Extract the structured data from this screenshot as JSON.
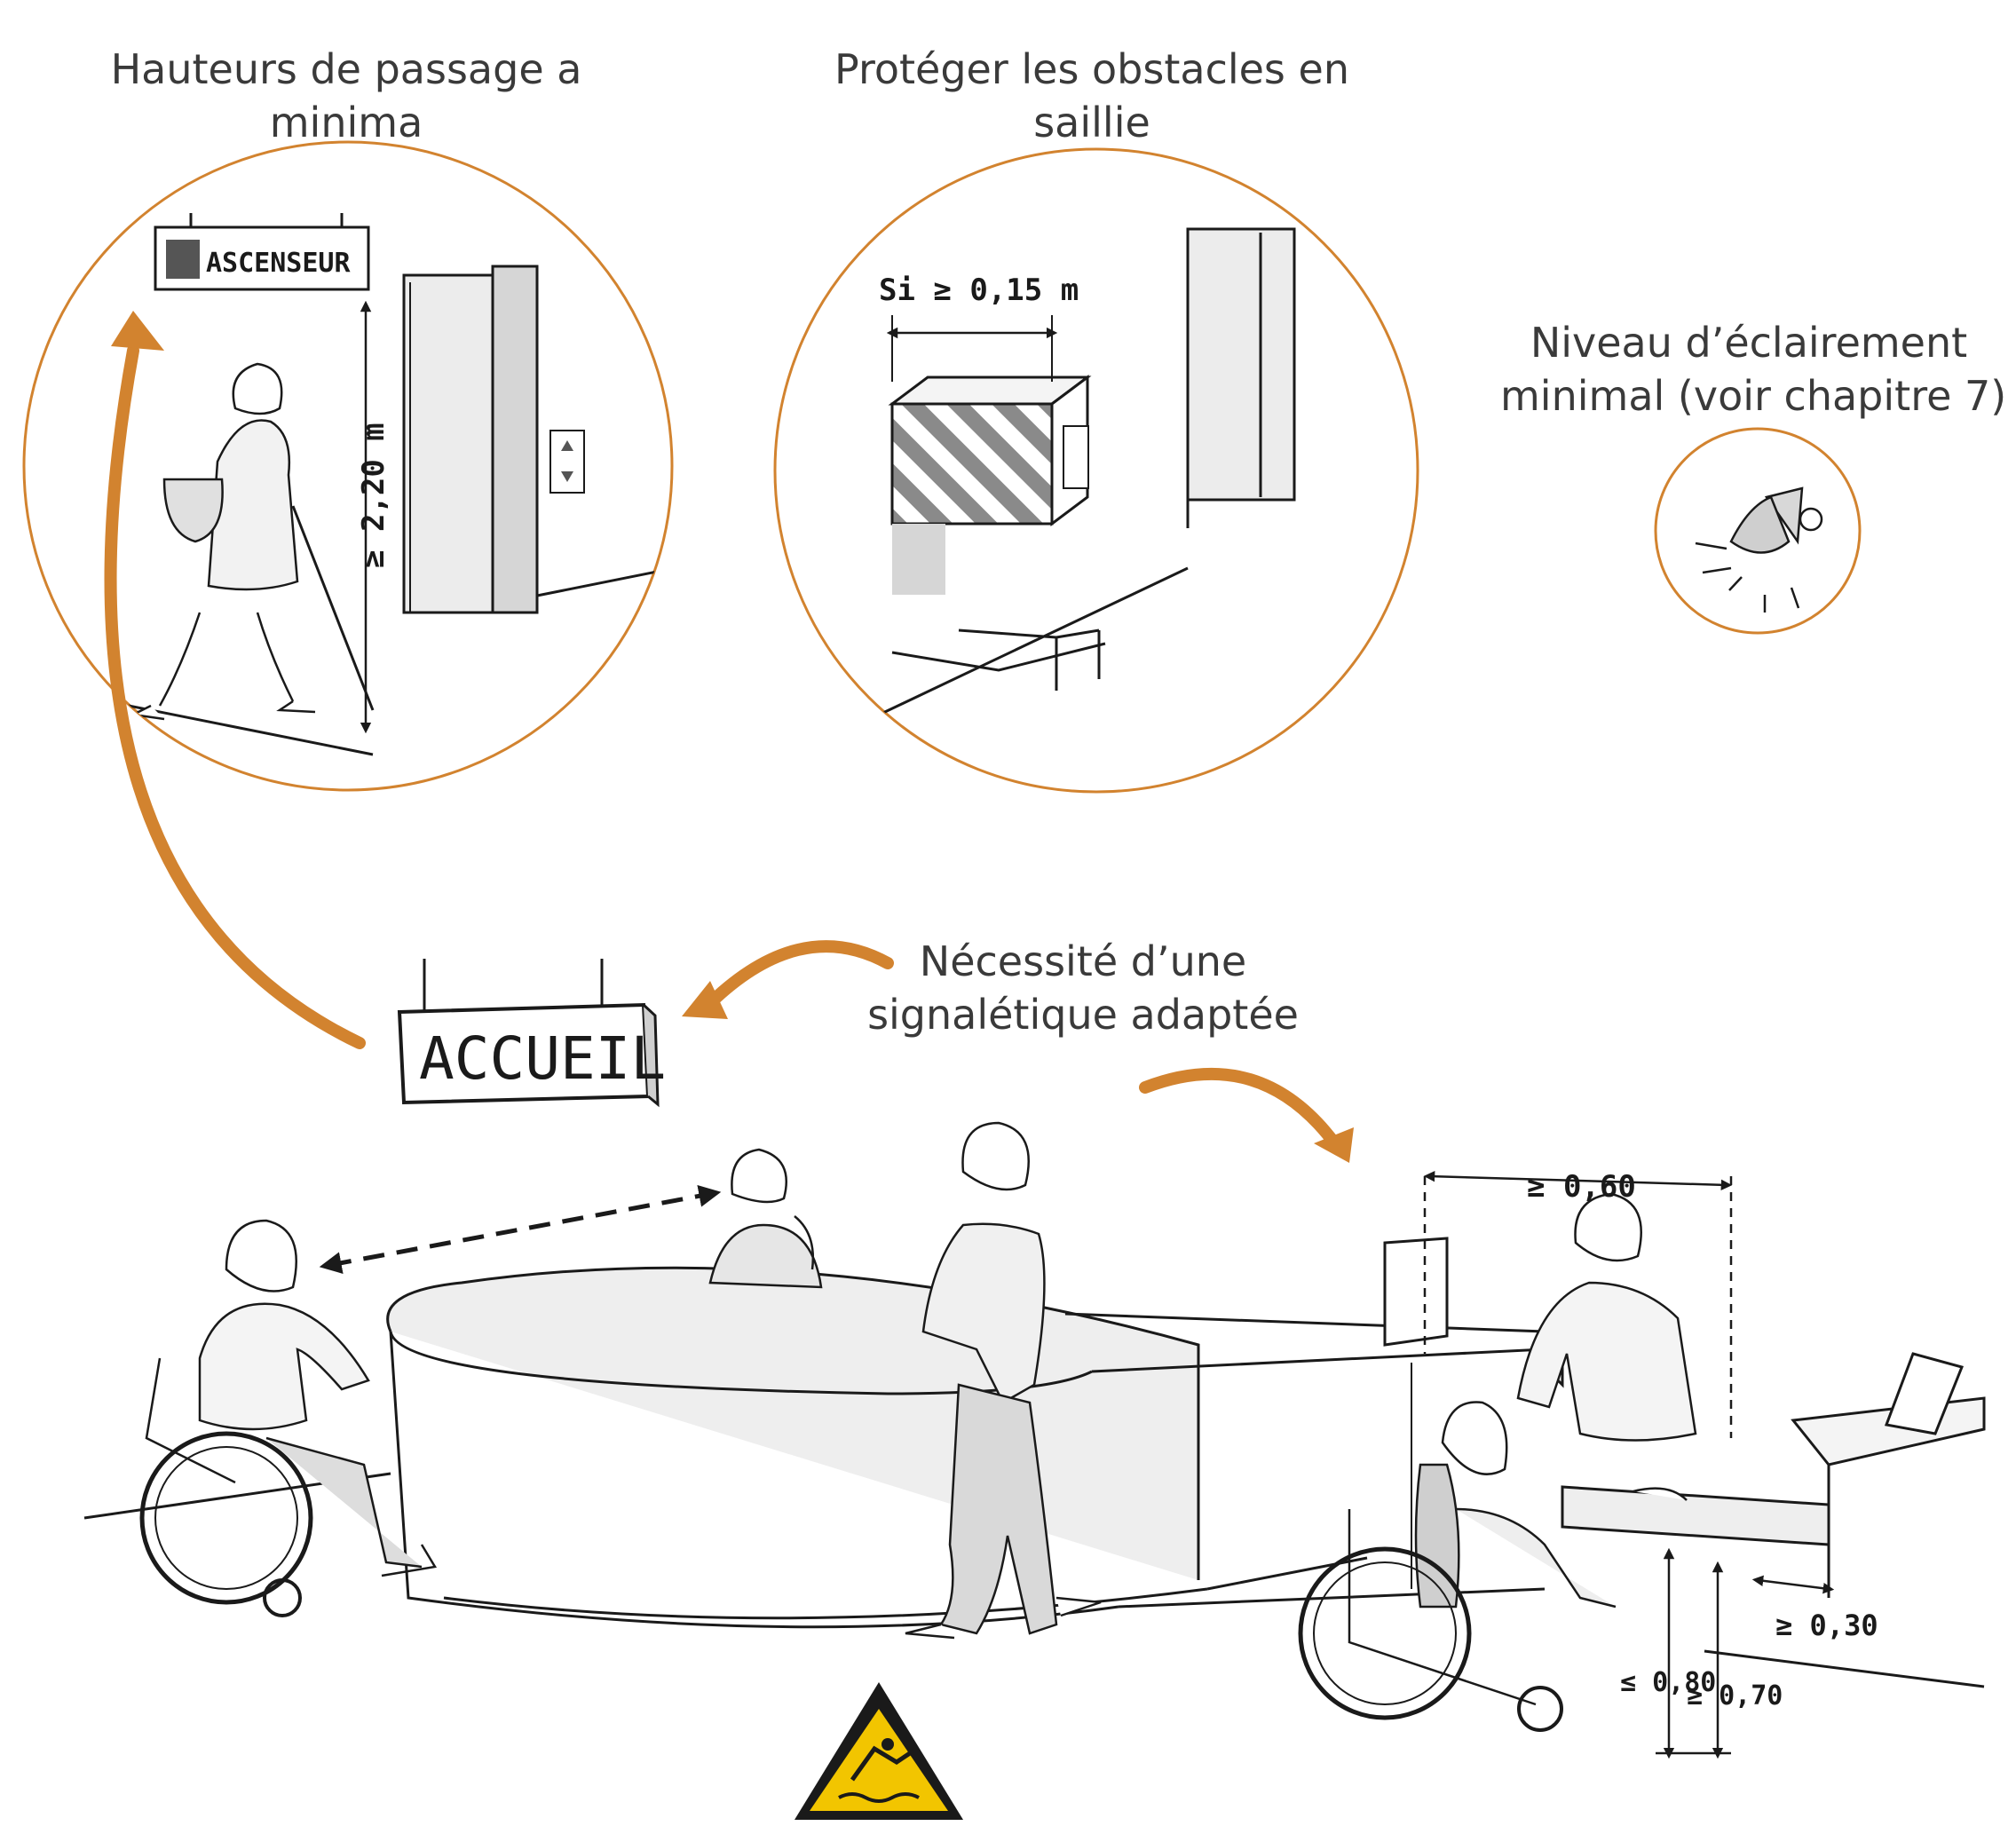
{
  "captions": {
    "passage_line1": "Hauteurs de passage a",
    "passage_line2": "minima",
    "obstacles_line1": "Protéger les obstacles en",
    "obstacles_line2": "saillie",
    "eclairage_line1": "Niveau d’éclairement",
    "eclairage_line2": "minimal (voir chapitre 7)",
    "signal_line1": "Nécessité d’une",
    "signal_line2": "signalétique adaptée"
  },
  "signs": {
    "ascenseur": "ASCENSEUR",
    "accueil": "ACCUEIL"
  },
  "dimensions": {
    "passage_height": "≥ 2,20 m",
    "obstacle_projection": "Si ≥ 0,15 m",
    "counter_width": "≥ 0,60",
    "knee_depth": "≥ 0,30",
    "counter_height_max": "≤ 0,80",
    "knee_height_min": "≥ 0,70"
  },
  "colors": {
    "accent": "#d2832f",
    "line": "#1a1a1a",
    "shade": "#d9d9d9",
    "warning": "#f2c500"
  },
  "icons": {
    "lamp": "spotlight-icon",
    "warning": "slippery-floor-warning-icon",
    "elevator_button": "elevator-call-button-icon"
  }
}
